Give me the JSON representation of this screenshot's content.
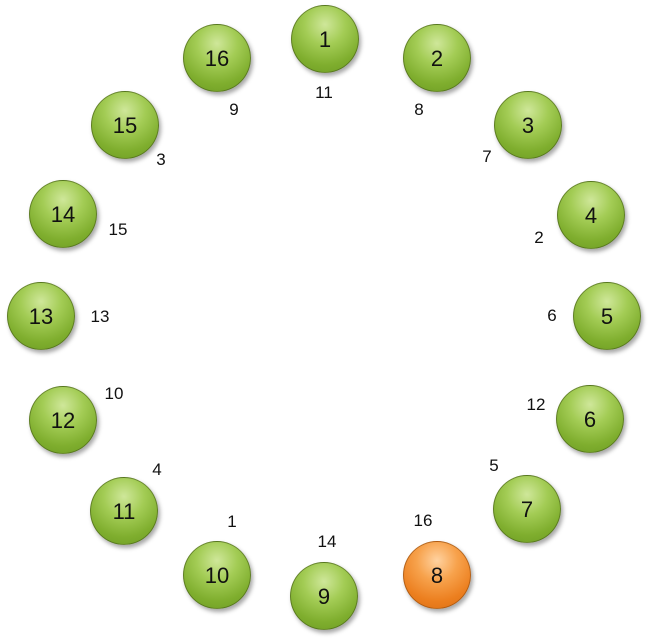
{
  "nodes": [
    {
      "id": "1",
      "label": "1",
      "weight": "11",
      "color": "green"
    },
    {
      "id": "2",
      "label": "2",
      "weight": "8",
      "color": "green"
    },
    {
      "id": "3",
      "label": "3",
      "weight": "7",
      "color": "green"
    },
    {
      "id": "4",
      "label": "4",
      "weight": "2",
      "color": "green"
    },
    {
      "id": "5",
      "label": "5",
      "weight": "6",
      "color": "green"
    },
    {
      "id": "6",
      "label": "6",
      "weight": "12",
      "color": "green"
    },
    {
      "id": "7",
      "label": "7",
      "weight": "5",
      "color": "green"
    },
    {
      "id": "8",
      "label": "8",
      "weight": "16",
      "color": "orange"
    },
    {
      "id": "9",
      "label": "9",
      "weight": "14",
      "color": "green"
    },
    {
      "id": "10",
      "label": "10",
      "weight": "1",
      "color": "green"
    },
    {
      "id": "11",
      "label": "11",
      "weight": "4",
      "color": "green"
    },
    {
      "id": "12",
      "label": "12",
      "weight": "10",
      "color": "green"
    },
    {
      "id": "13",
      "label": "13",
      "weight": "13",
      "color": "green"
    },
    {
      "id": "14",
      "label": "14",
      "weight": "15",
      "color": "green"
    },
    {
      "id": "15",
      "label": "15",
      "weight": "3",
      "color": "green"
    },
    {
      "id": "16",
      "label": "16",
      "weight": "9",
      "color": "green"
    }
  ],
  "colors": {
    "green": "#8bbd3c",
    "orange": "#f08c2e"
  }
}
